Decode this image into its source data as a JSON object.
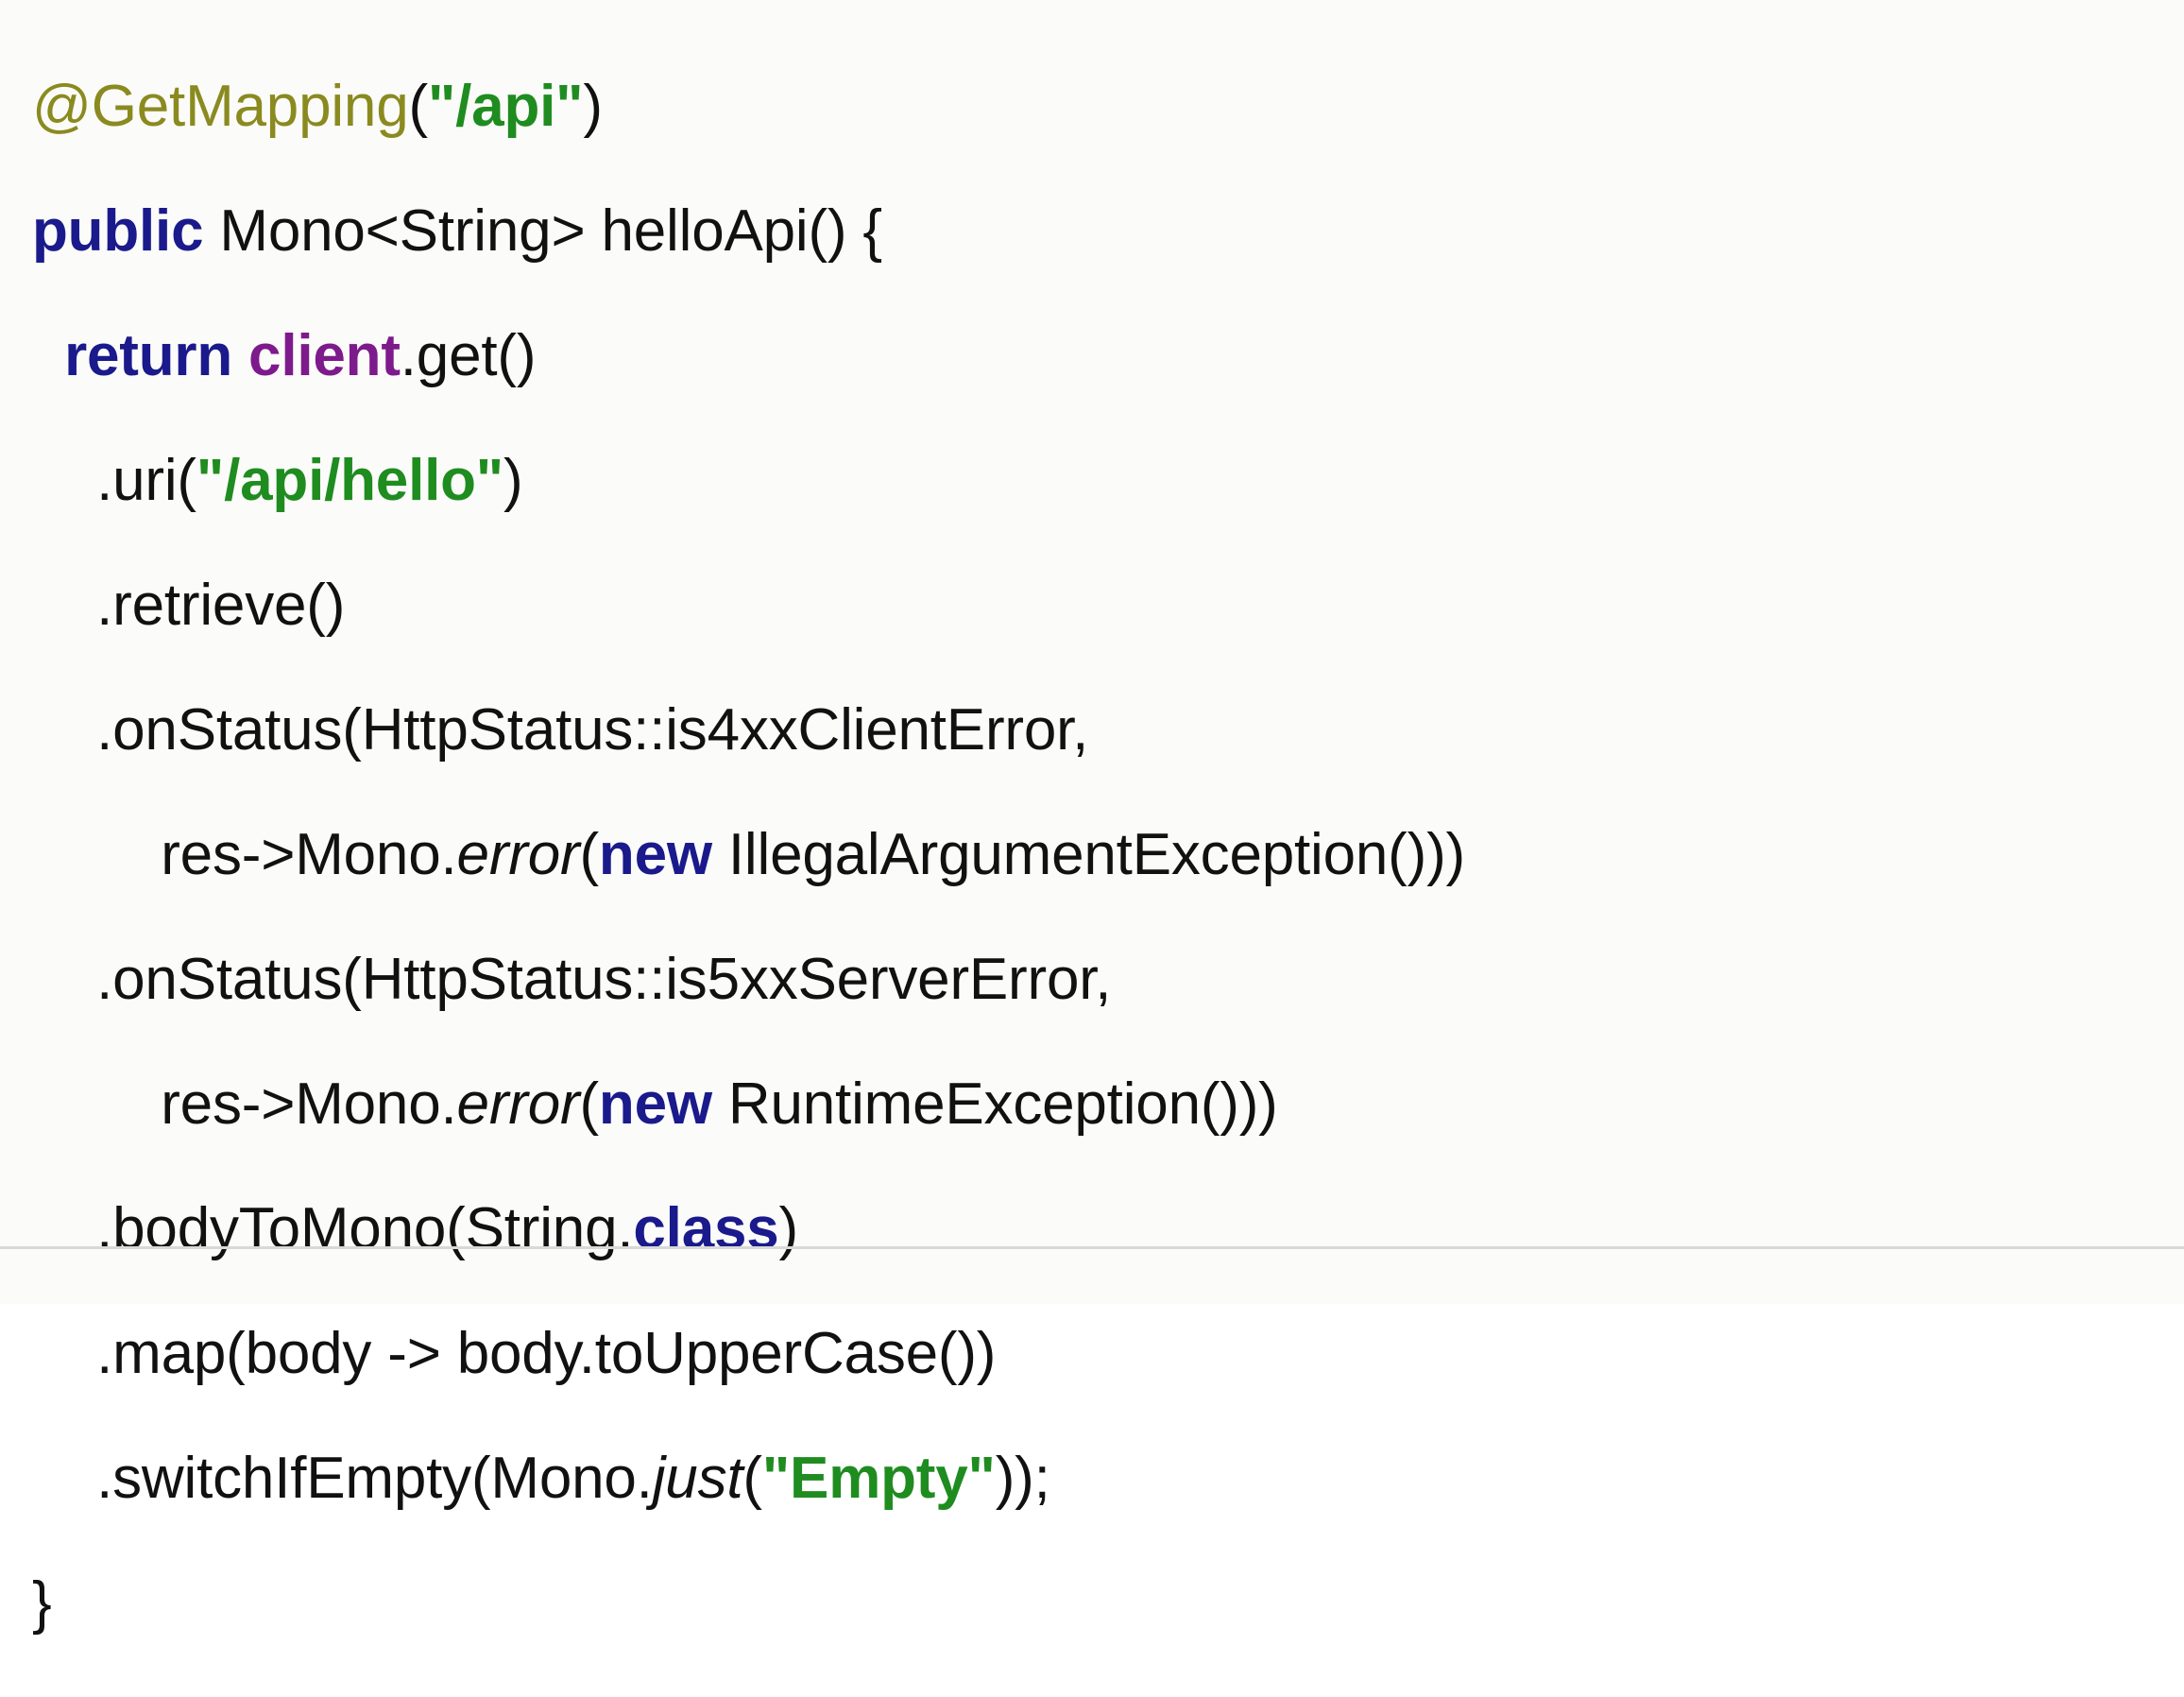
{
  "slide": {
    "background_color": "#fbfbf9",
    "rule_color": "#d8d8d8",
    "language": "java"
  },
  "palette": {
    "plain": "#111111",
    "annotation": "#8a8a20",
    "keyword": "#1a1a8c",
    "field": "#7d1a8c",
    "string": "#1f8c20",
    "method_italic": "#111111"
  },
  "code": {
    "full_text": "@GetMapping(\"/api\")\npublic Mono<String> helloApi() {\n    return client.get()\n        .uri(\"/api/hello\")\n        .retrieve()\n        .onStatus(HttpStatus::is4xxClientError,\n             res->Mono.error(new IllegalArgumentException()))\n        .onStatus(HttpStatus::is5xxServerError,\n             res->Mono.error(new RuntimeException()))\n        .bodyToMono(String.class)\n        .map(body -> body.toUpperCase())\n        .switchIfEmpty(Mono.just(\"Empty\"));\n}",
    "lines": [
      {
        "indent": "",
        "tokens": [
          {
            "text": "@GetMapping",
            "style": "annotation"
          },
          {
            "text": "(",
            "style": "plain"
          },
          {
            "text": "\"/api\"",
            "style": "string"
          },
          {
            "text": ")",
            "style": "plain"
          }
        ]
      },
      {
        "indent": "",
        "tokens": [
          {
            "text": "public",
            "style": "keyword"
          },
          {
            "text": " Mono<String> helloApi() {",
            "style": "plain"
          }
        ]
      },
      {
        "indent": "  ",
        "tokens": [
          {
            "text": "return",
            "style": "keyword"
          },
          {
            "text": " ",
            "style": "plain"
          },
          {
            "text": "client",
            "style": "field"
          },
          {
            "text": ".get()",
            "style": "plain"
          }
        ]
      },
      {
        "indent": "    ",
        "tokens": [
          {
            "text": ".uri(",
            "style": "plain"
          },
          {
            "text": "\"/api/hello\"",
            "style": "string"
          },
          {
            "text": ")",
            "style": "plain"
          }
        ]
      },
      {
        "indent": "    ",
        "tokens": [
          {
            "text": ".retrieve()",
            "style": "plain"
          }
        ]
      },
      {
        "indent": "    ",
        "tokens": [
          {
            "text": ".onStatus(HttpStatus::is4xxClientError,",
            "style": "plain"
          }
        ]
      },
      {
        "indent": "        ",
        "tokens": [
          {
            "text": "res->Mono.",
            "style": "plain"
          },
          {
            "text": "error",
            "style": "method"
          },
          {
            "text": "(",
            "style": "plain"
          },
          {
            "text": "new",
            "style": "keyword"
          },
          {
            "text": " IllegalArgumentException()))",
            "style": "plain"
          }
        ]
      },
      {
        "indent": "    ",
        "tokens": [
          {
            "text": ".onStatus(HttpStatus::is5xxServerError,",
            "style": "plain"
          }
        ]
      },
      {
        "indent": "        ",
        "tokens": [
          {
            "text": "res->Mono.",
            "style": "plain"
          },
          {
            "text": "error",
            "style": "method"
          },
          {
            "text": "(",
            "style": "plain"
          },
          {
            "text": "new",
            "style": "keyword"
          },
          {
            "text": " RuntimeException()))",
            "style": "plain"
          }
        ]
      },
      {
        "indent": "    ",
        "tokens": [
          {
            "text": ".bodyToMono(String.",
            "style": "plain"
          },
          {
            "text": "class",
            "style": "keyword"
          },
          {
            "text": ")",
            "style": "plain"
          }
        ]
      },
      {
        "indent": "    ",
        "tokens": [
          {
            "text": ".map(body -> body.toUpperCase())",
            "style": "plain"
          }
        ]
      },
      {
        "indent": "    ",
        "tokens": [
          {
            "text": ".switchIfEmpty(Mono.",
            "style": "plain"
          },
          {
            "text": "just",
            "style": "method"
          },
          {
            "text": "(",
            "style": "plain"
          },
          {
            "text": "\"Empty\"",
            "style": "string"
          },
          {
            "text": "));",
            "style": "plain"
          }
        ]
      },
      {
        "indent": "",
        "tokens": [
          {
            "text": "}",
            "style": "plain"
          }
        ]
      }
    ]
  }
}
